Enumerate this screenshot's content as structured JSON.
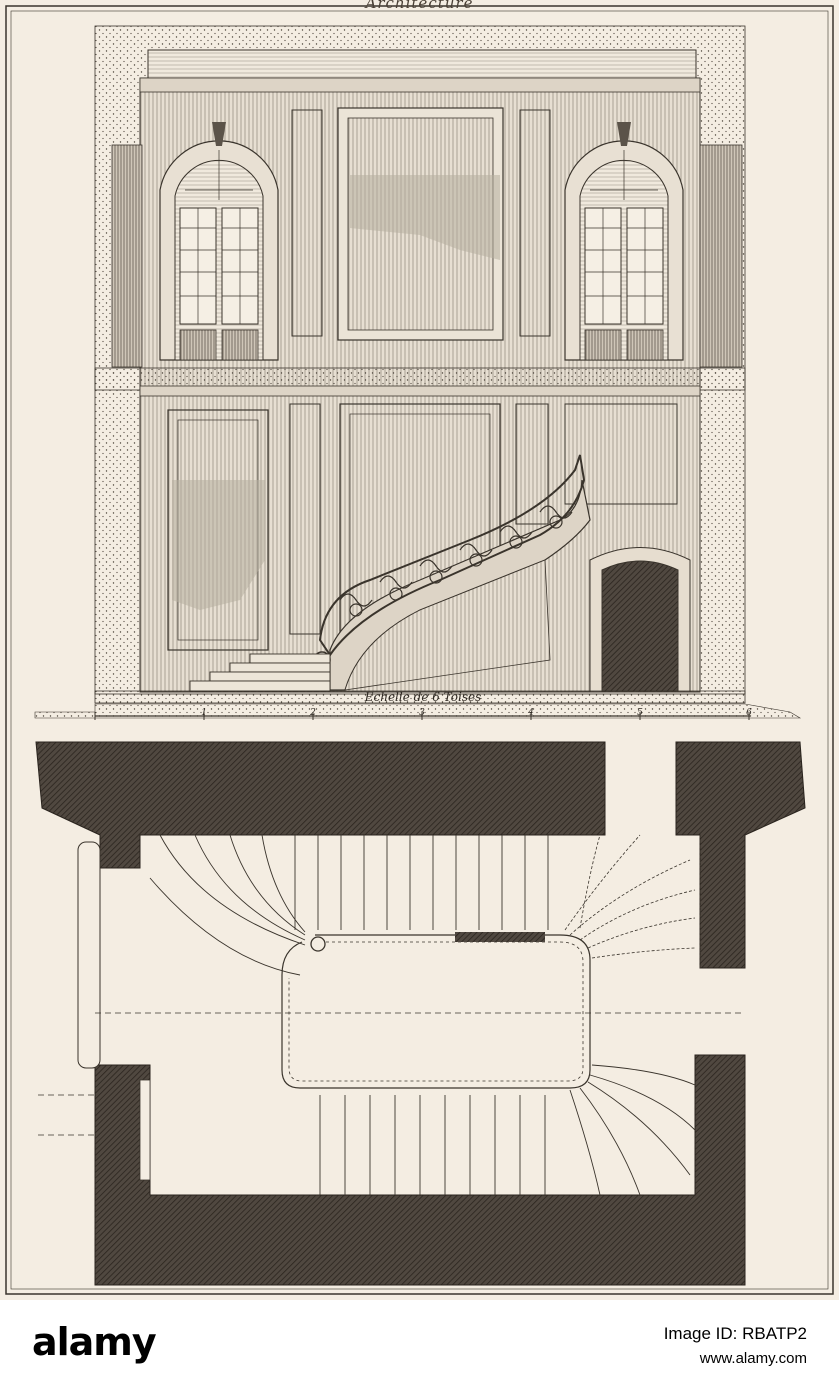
{
  "plate": {
    "title": "Architecture",
    "scale_label": "Echelle de 6 Toises",
    "scale_ticks": [
      "1",
      "2",
      "3",
      "4",
      "5",
      "6"
    ]
  },
  "footer": {
    "logo": "alamy",
    "image_id": "Image ID: RBATP2",
    "site": "www.alamy.com"
  },
  "colors": {
    "paper": "#f4ede2",
    "ink": "#3a342c",
    "wall_fill": "#4d463e",
    "hatch": "#8d857a"
  }
}
